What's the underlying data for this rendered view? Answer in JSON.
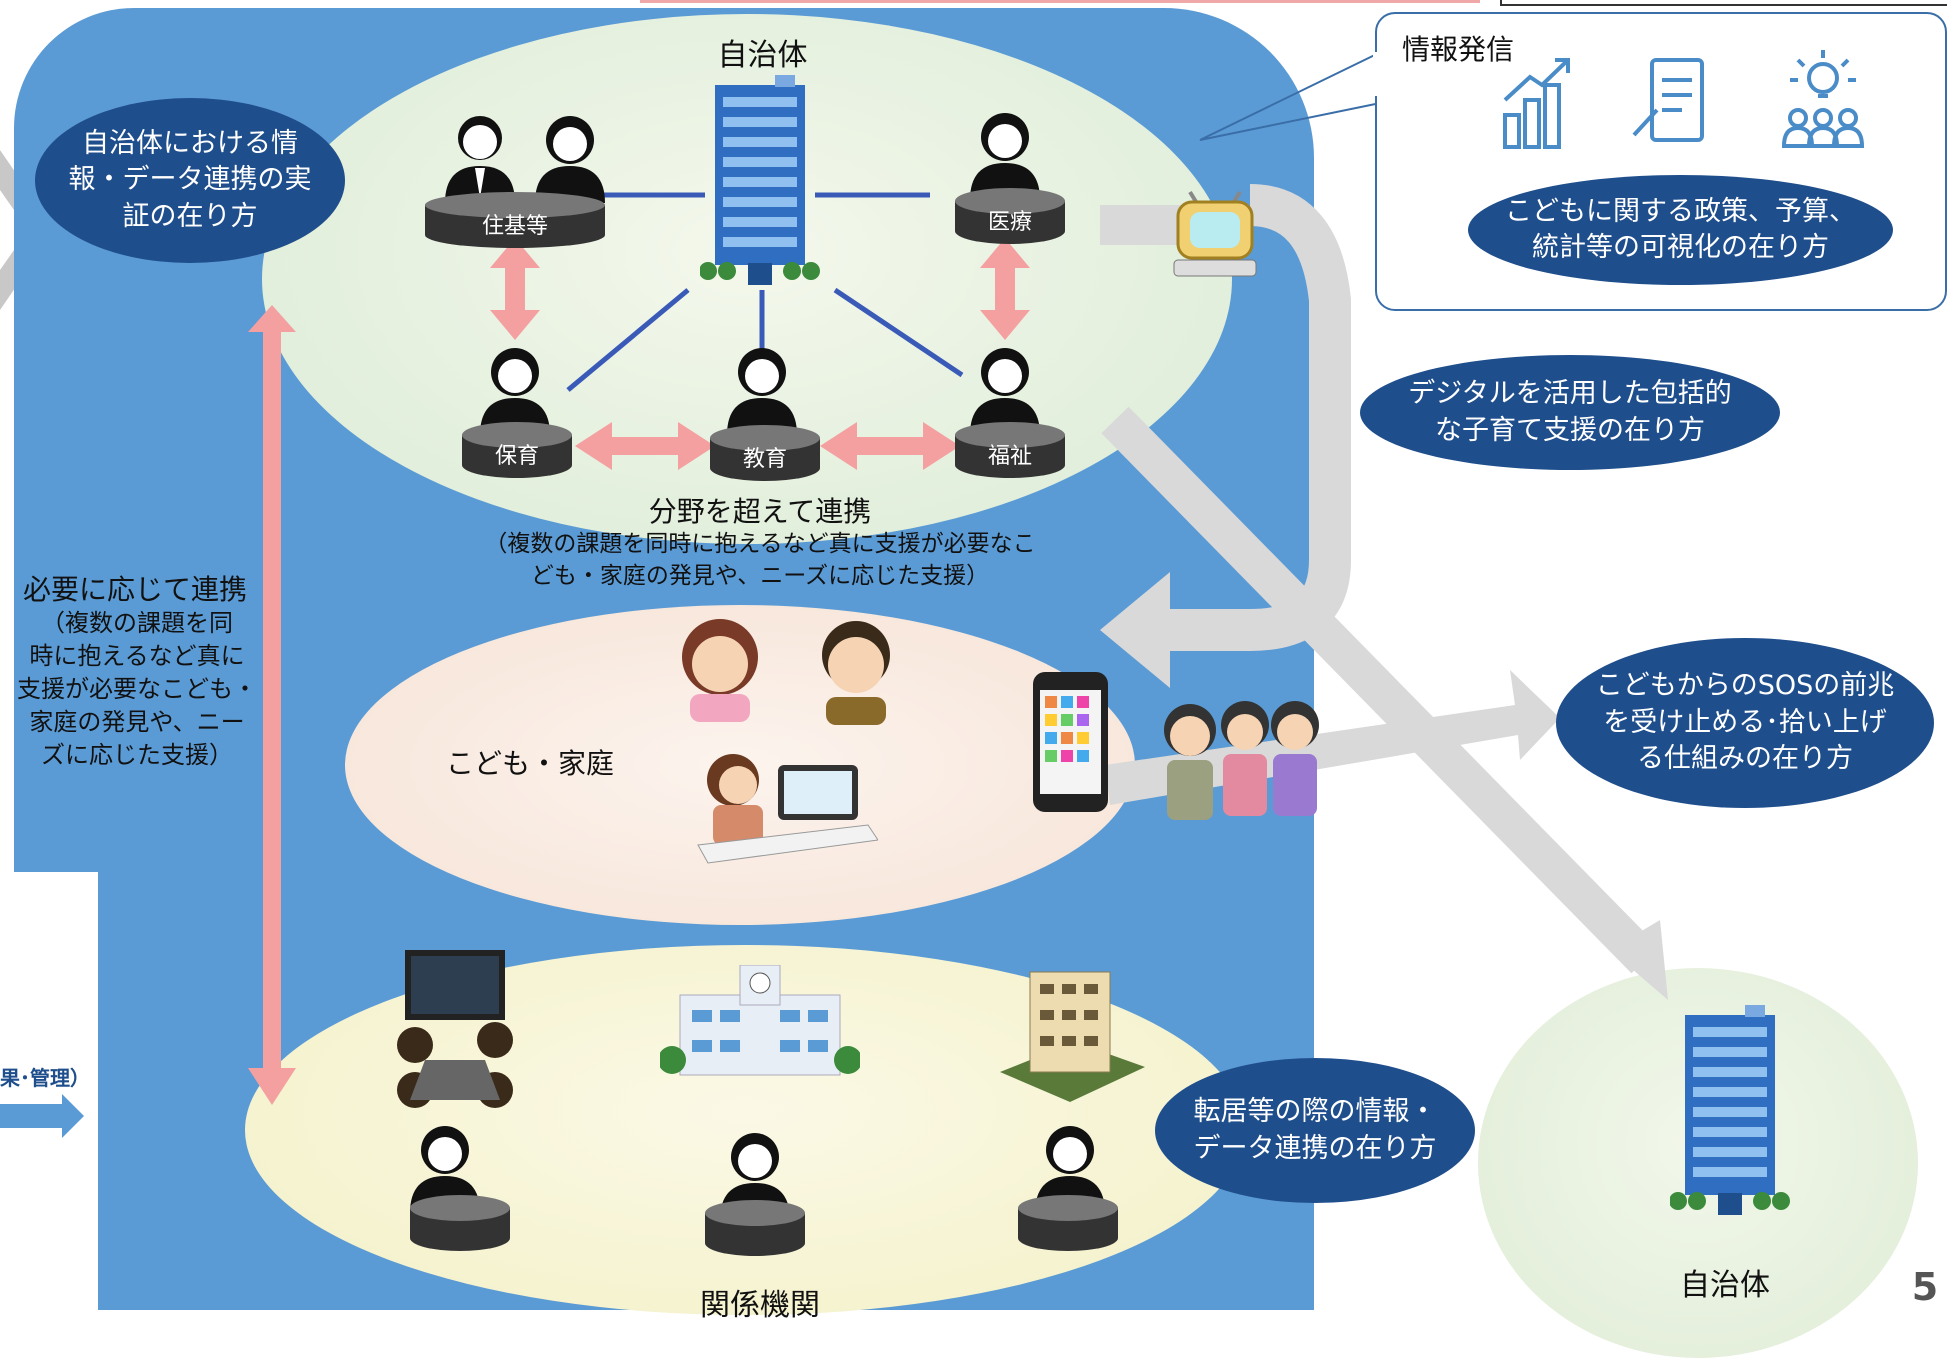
{
  "left_pill": "自治体における情\n報・データ連携の実\n証の在り方",
  "municipality_label": "自治体",
  "platforms": {
    "resident": "住基等",
    "medical": "医療",
    "childcare": "保育",
    "education": "教育",
    "welfare": "福祉"
  },
  "cross_field": {
    "title": "分野を超えて連携",
    "detail": "（複数の課題を同時に抱えるなど真に支援が必要なこ\nども・家庭の発見や、ニーズに応じた支援）"
  },
  "as_needed": {
    "title": "必要に応じて連携",
    "detail": "（複数の課題を同\n時に抱えるなど真に\n支援が必要なこども・\n家庭の発見や、ニー\nズに応じた支援）"
  },
  "family_label": "こども・家庭",
  "agencies_label": "関係機関",
  "info_box": {
    "title": "情報発信",
    "pill": "こどもに関する政策、予算、\n統計等の可視化の在り方"
  },
  "digital_pill": "デジタルを活用した包括的\nな子育て支援の在り方",
  "sos_pill": "こどもからのSOSの前兆\nを受け止める･拾い上げ\nる仕組みの在り方",
  "relocation_pill": "転居等の際の情報・\nデータ連携の在り方",
  "right_municipality_label": "自治体",
  "left_edge_label": "果･管理）",
  "page_number": "5",
  "colors": {
    "main_panel": "#5b9bd5",
    "pill": "#1f4e8c",
    "pink_arrow": "#f4a0a0",
    "gray_arrow": "#d9d9d9"
  }
}
